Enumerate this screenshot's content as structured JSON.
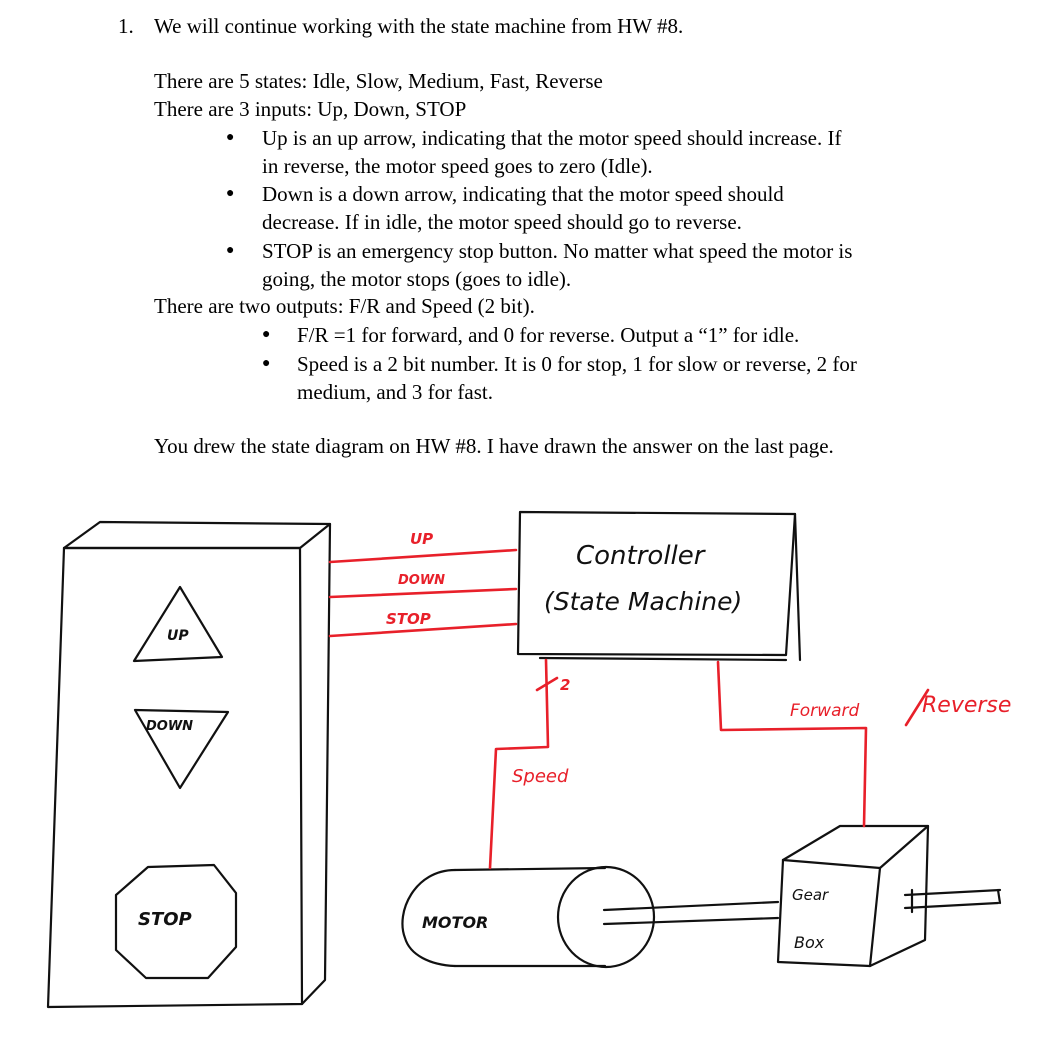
{
  "question": {
    "number": "1.",
    "intro": "We will continue working with the state machine from HW #8.",
    "states_line": "There are 5 states: Idle, Slow, Medium, Fast, Reverse",
    "inputs_line": "There are 3 inputs: Up, Down, STOP",
    "input_bullets": [
      [
        "Up is an up arrow, indicating that the motor speed should increase.  If",
        "in reverse, the motor speed goes to zero (Idle)."
      ],
      [
        "Down is a down arrow, indicating that the motor speed should",
        "decrease.  If in idle, the motor speed should go to reverse."
      ],
      [
        "STOP is an emergency stop button.  No matter what speed the motor is",
        "going, the motor stops (goes to idle)."
      ]
    ],
    "outputs_line": "There are two outputs:  F/R and Speed (2 bit).",
    "output_bullets": [
      [
        "F/R =1 for forward, and 0 for reverse.  Output a “1” for idle."
      ],
      [
        "Speed is a 2 bit number.  It is 0 for stop, 1 for slow or reverse, 2 for",
        "medium, and 3 for fast."
      ]
    ],
    "closing": "You drew the state diagram on HW #8.  I have drawn the answer on the last page."
  },
  "diagram": {
    "panel_buttons": {
      "up": "UP",
      "down": "DOWN",
      "stop": "STOP"
    },
    "wire_labels": {
      "up": "UP",
      "down": "DOWN",
      "stop": "STOP"
    },
    "controller": {
      "line1": "Controller",
      "line2": "(State Machine)"
    },
    "bus_width": "2",
    "speed_label": "Speed",
    "fr_label_forward": "Forward",
    "fr_label_reverse": "Reverse",
    "motor_label": "MOTOR",
    "gearbox": {
      "line1": "Gear",
      "line2": "Box"
    },
    "colors": {
      "ink": "#111111",
      "wire": "#e8202a"
    }
  }
}
